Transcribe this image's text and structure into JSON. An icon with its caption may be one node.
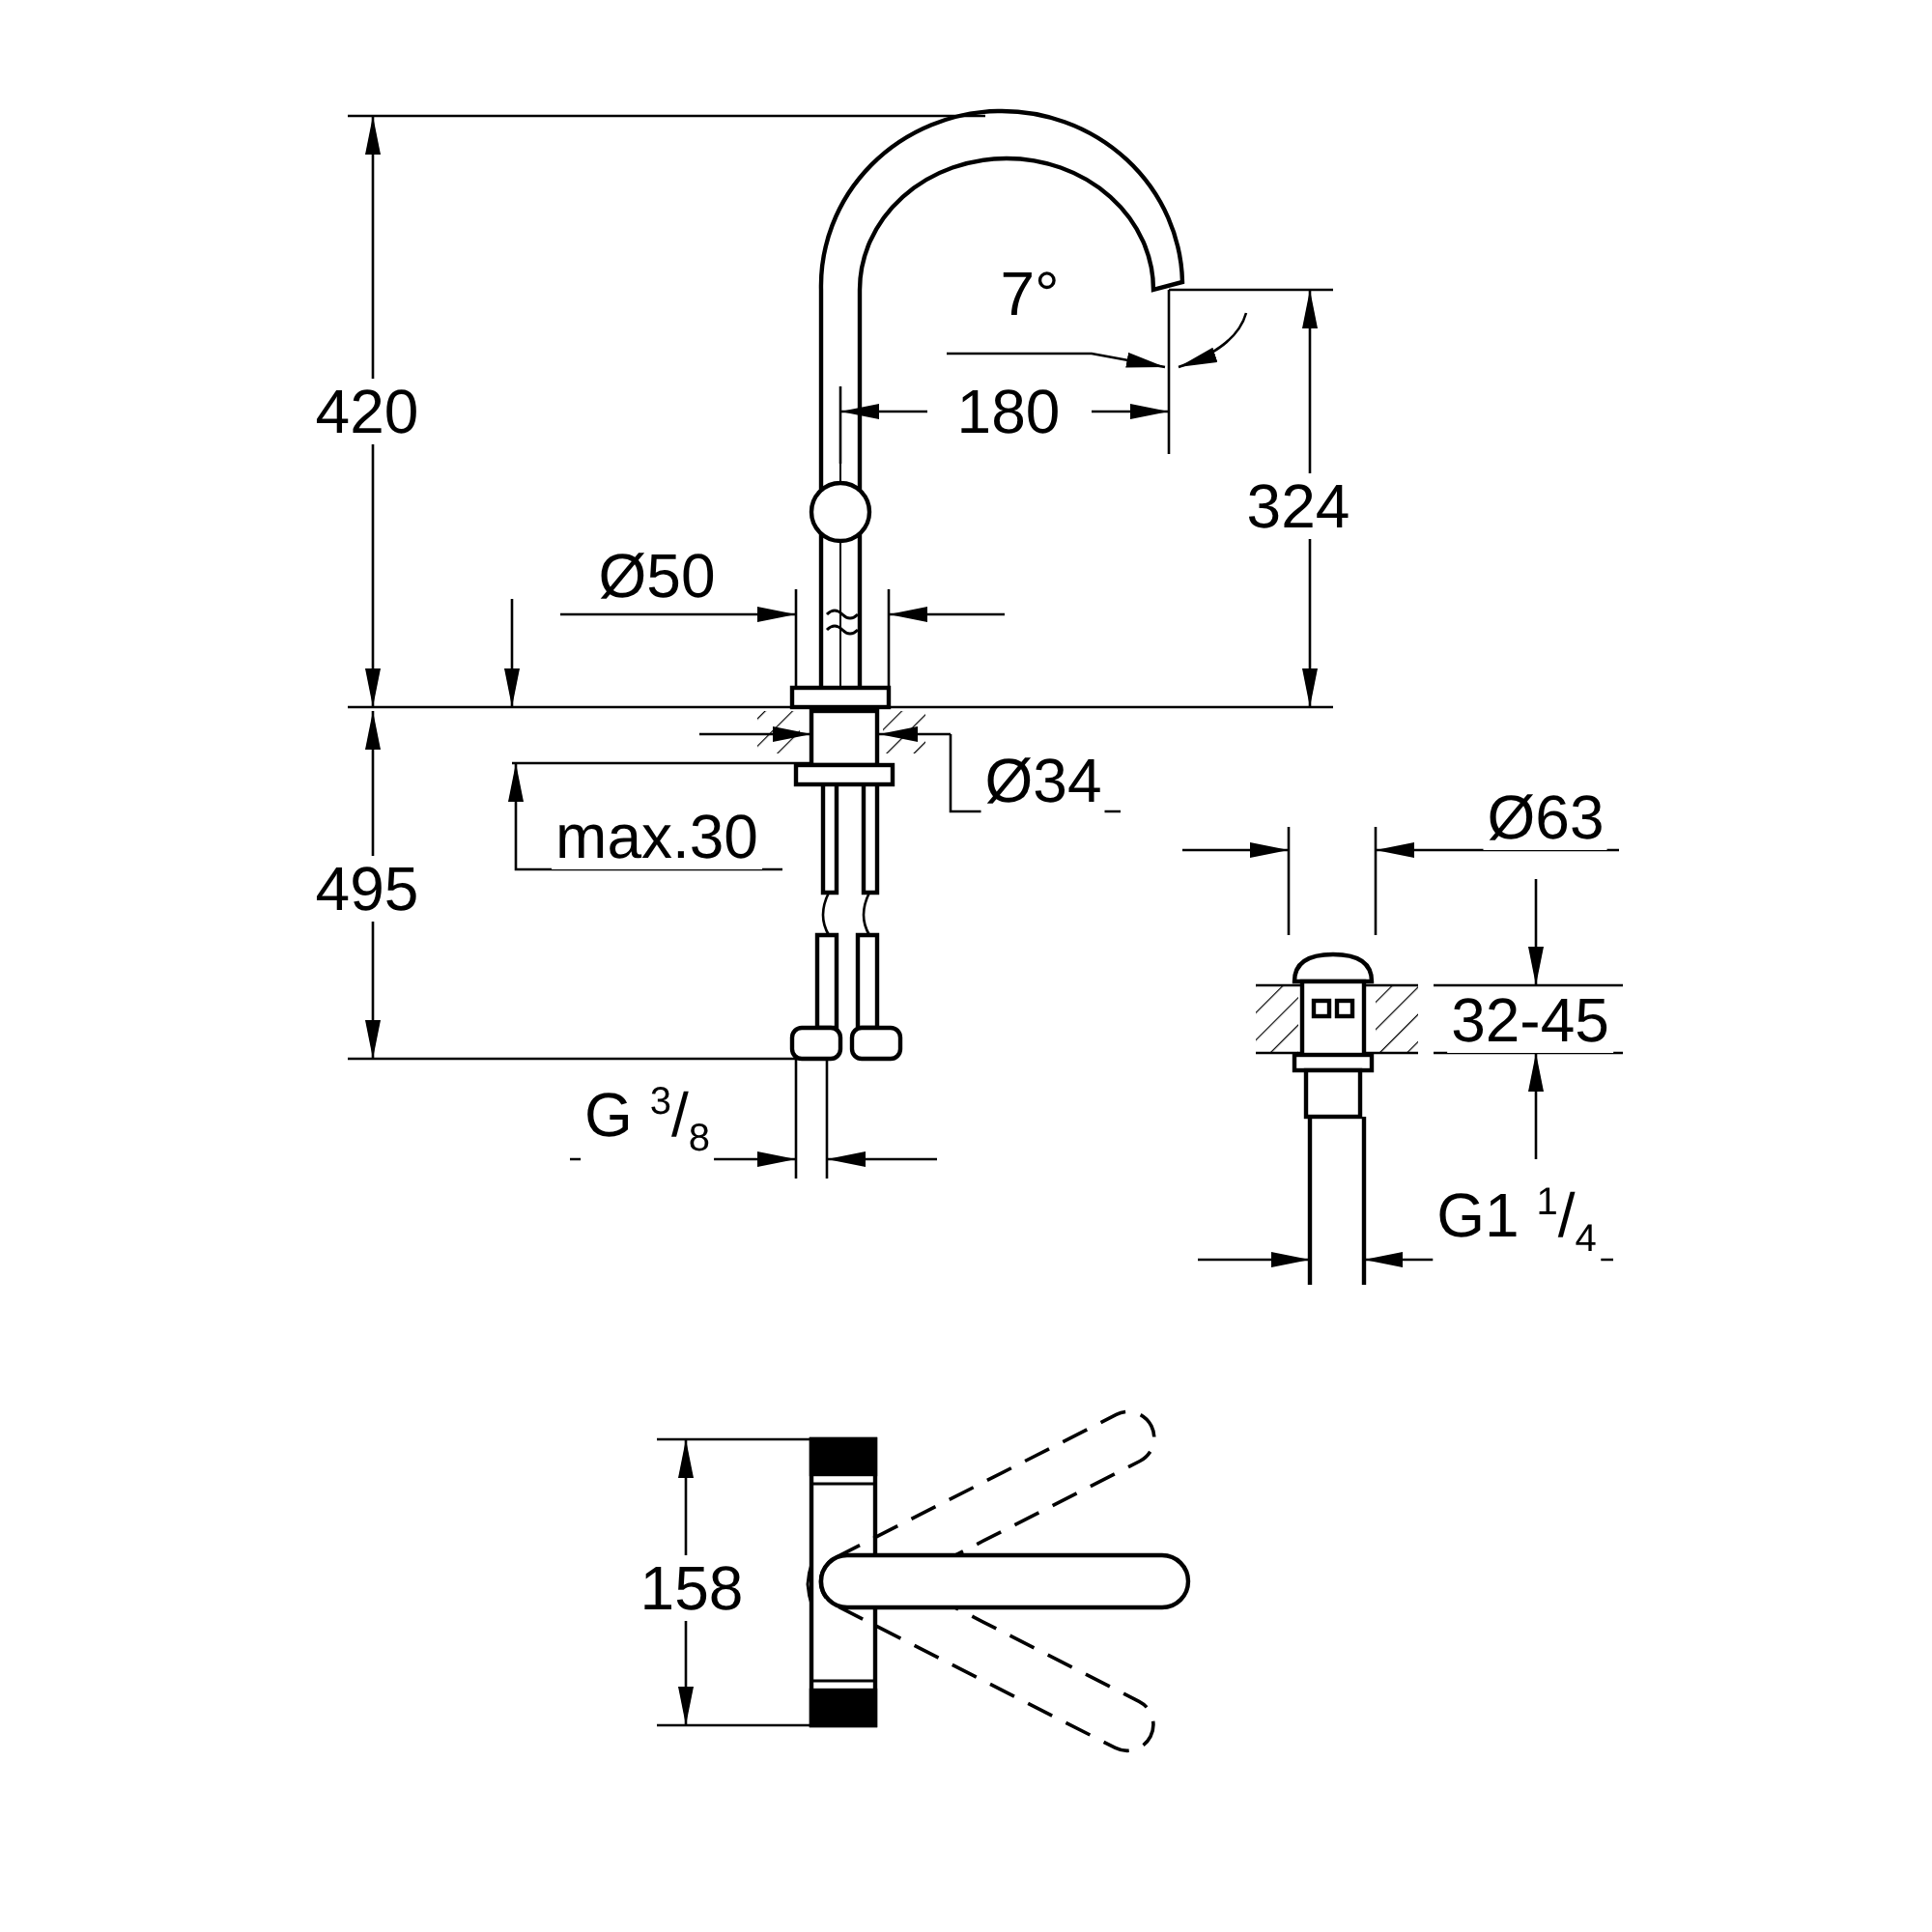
{
  "diagram": {
    "labels": [
      "420",
      "7°",
      "180",
      "324",
      "Ø50",
      "Ø34",
      "495",
      "max.30",
      "Ø63",
      "32-45",
      "G $^{3}$/$_{8}$",
      "G1 $^{1}$/$_{4}$",
      "158"
    ]
  }
}
